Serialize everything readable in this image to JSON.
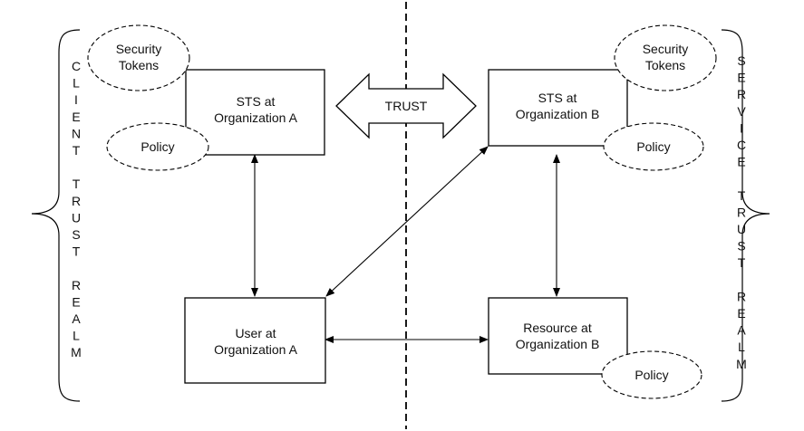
{
  "nodes": {
    "sts_a": [
      "STS at",
      "Organization A"
    ],
    "sts_b": [
      "STS at",
      "Organization B"
    ],
    "user_a": [
      "User at",
      "Organization A"
    ],
    "resource_b": [
      "Resource at",
      "Organization B"
    ]
  },
  "ellipses": {
    "tokens_a": [
      "Security",
      "Tokens"
    ],
    "policy_a": [
      "Policy"
    ],
    "tokens_b": [
      "Security",
      "Tokens"
    ],
    "policy_b": [
      "Policy"
    ],
    "policy_res_b": [
      "Policy"
    ]
  },
  "trust_label": "TRUST",
  "realms": {
    "client": {
      "letters": [
        "C",
        "L",
        "I",
        "E",
        "N",
        "T",
        "",
        "T",
        "R",
        "U",
        "S",
        "T",
        "",
        "R",
        "E",
        "A",
        "L",
        "M"
      ]
    },
    "service": {
      "letters": [
        "S",
        "E",
        "R",
        "V",
        "I",
        "C",
        "E",
        "",
        "T",
        "R",
        "U",
        "S",
        "T",
        "",
        "R",
        "E",
        "A",
        "L",
        "M"
      ]
    }
  }
}
